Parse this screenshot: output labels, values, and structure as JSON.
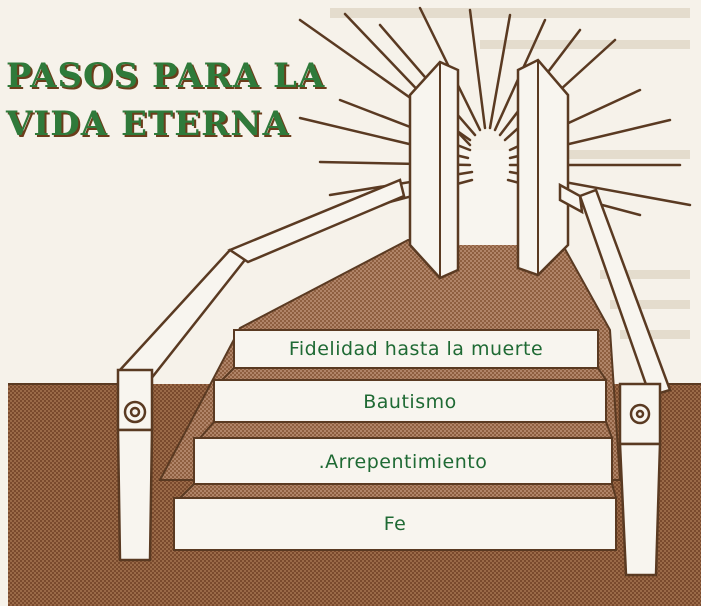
{
  "title": {
    "line1": "PASOS PARA LA",
    "line2": "VIDA ETERNA"
  },
  "steps": [
    {
      "label": "Fidelidad hasta la muerte"
    },
    {
      "label": "Bautismo"
    },
    {
      "label": ".Arrepentimiento"
    },
    {
      "label": "Fe"
    }
  ],
  "colors": {
    "title_green": "#2f7a3a",
    "title_shadow": "#6b3d1b",
    "ground_brown": "#8a5a3b",
    "step_face": "#f8f5ef",
    "ink": "#5a3a22",
    "label_green": "#1f6a34"
  }
}
